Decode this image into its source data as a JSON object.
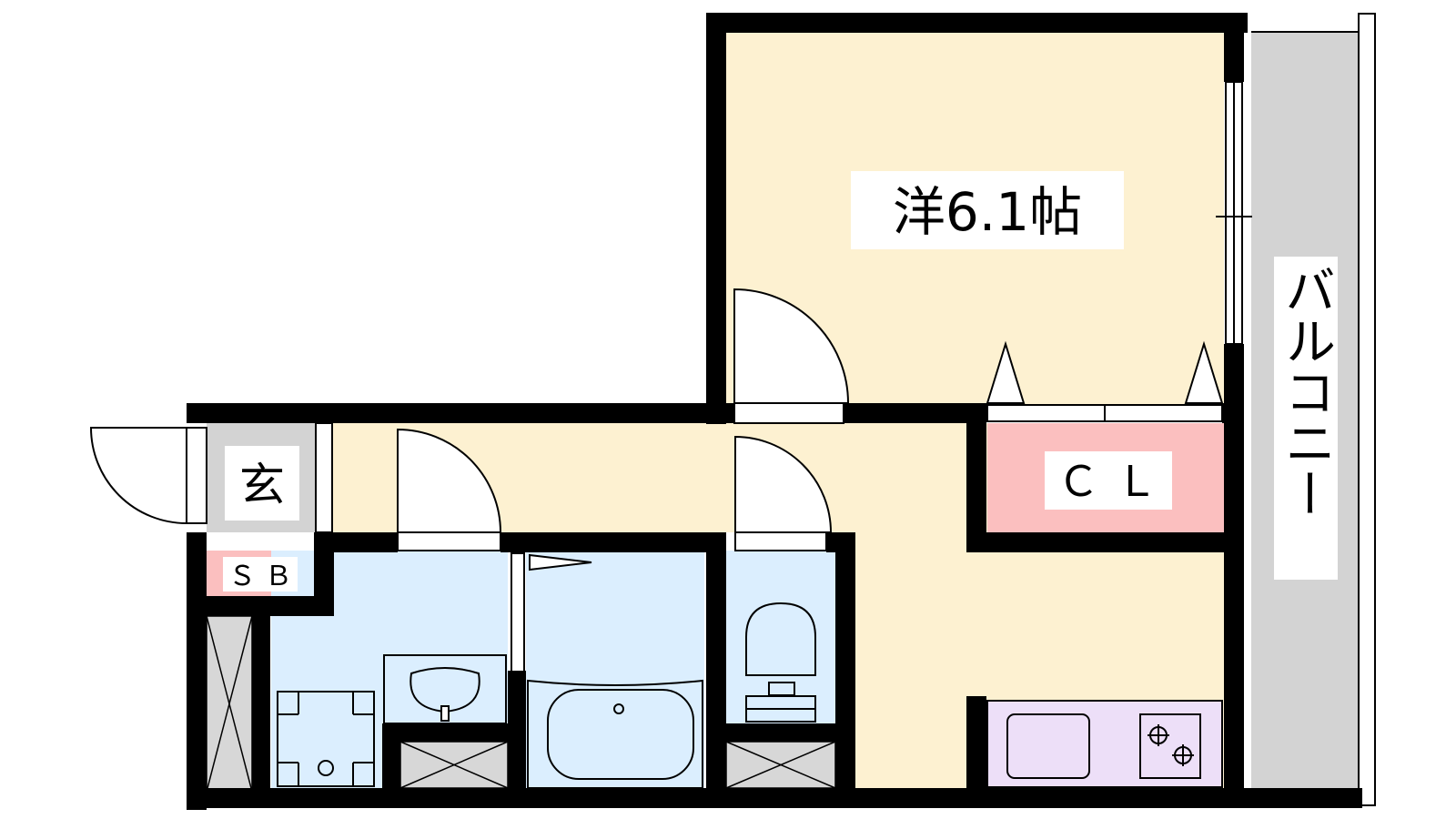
{
  "floorplan": {
    "rooms": {
      "western_room": "洋6.1帖",
      "entrance": "玄",
      "closet": "ＣＬ",
      "shoe_box": "ＳＢ",
      "balcony": "バルコニー"
    },
    "colors": {
      "wall": "#000000",
      "living_floor": "#fdf1d1",
      "water_area": "#dbeefe",
      "closet": "#fbbfbf",
      "kitchen": "#eddff8",
      "balcony": "#d3d3d3",
      "entrance": "#d3d3d3",
      "storage": "#d7d7d7"
    }
  }
}
